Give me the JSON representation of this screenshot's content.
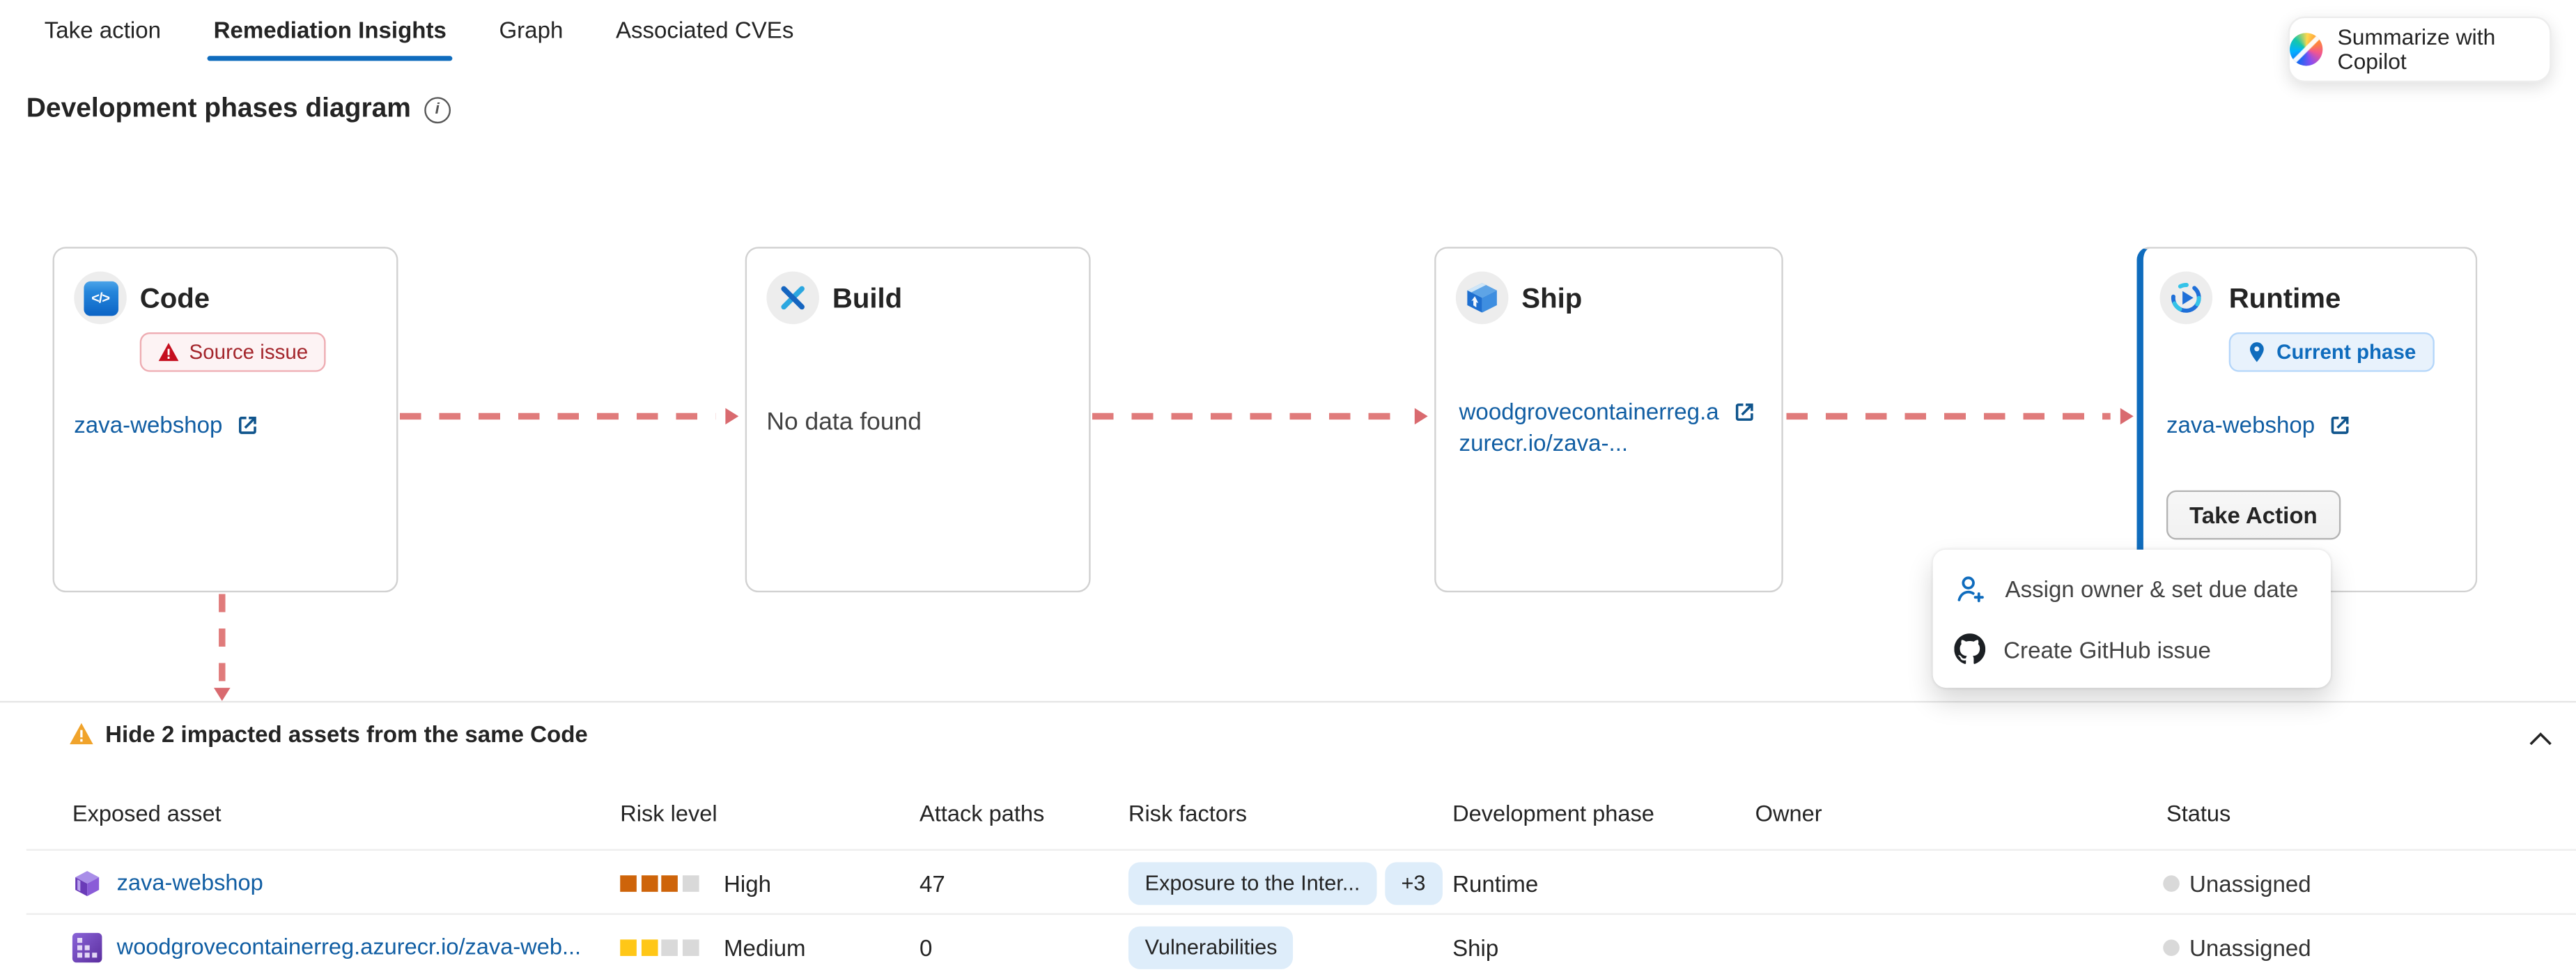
{
  "tabs": {
    "take_action": "Take action",
    "remediation_insights": "Remediation Insights",
    "graph": "Graph",
    "associated_cves": "Associated CVEs"
  },
  "copilot": {
    "label": "Summarize with Copilot"
  },
  "diagram": {
    "title": "Development phases diagram",
    "phases": {
      "code": {
        "title": "Code",
        "badge": "Source issue",
        "link": "zava-webshop"
      },
      "build": {
        "title": "Build",
        "empty": "No data found"
      },
      "ship": {
        "title": "Ship",
        "link": "woodgrovecontainerreg.azurecr.io/zava-..."
      },
      "runtime": {
        "title": "Runtime",
        "badge": "Current phase",
        "link": "zava-webshop",
        "action_button": "Take Action"
      }
    }
  },
  "action_menu": {
    "items": [
      {
        "icon": "person-add-icon",
        "label": "Assign owner & set due date"
      },
      {
        "icon": "github-icon",
        "label": "Create GitHub issue"
      }
    ]
  },
  "impacted_assets": {
    "header": "Hide 2 impacted assets from the same Code",
    "columns": {
      "exposed_asset": "Exposed asset",
      "risk_level": "Risk level",
      "attack_paths": "Attack paths",
      "risk_factors": "Risk factors",
      "development_phase": "Development phase",
      "owner": "Owner",
      "status": "Status"
    },
    "rows": [
      {
        "asset": "zava-webshop",
        "risk": {
          "label": "High",
          "filled": 3,
          "total": 4,
          "color": "#CE640A"
        },
        "attack_paths": "47",
        "factors": [
          "Exposure to the Inter...",
          "+3"
        ],
        "phase": "Runtime",
        "owner": "",
        "status": "Unassigned"
      },
      {
        "asset": "woodgrovecontainerreg.azurecr.io/zava-web...",
        "risk": {
          "label": "Medium",
          "filled": 2,
          "total": 4,
          "color": "#FFC717"
        },
        "attack_paths": "0",
        "factors": [
          "Vulnerabilities"
        ],
        "phase": "Ship",
        "owner": "",
        "status": "Unassigned"
      }
    ]
  },
  "palette": {
    "accent": "#0F6CBD",
    "arrow": "#E07B7B",
    "link": "#115EA3",
    "risk_empty": "#D9D9D9",
    "pill_bg": "#DEEDFA",
    "error_red": "#C50F1F",
    "warning_orange": "#F0A32B"
  }
}
